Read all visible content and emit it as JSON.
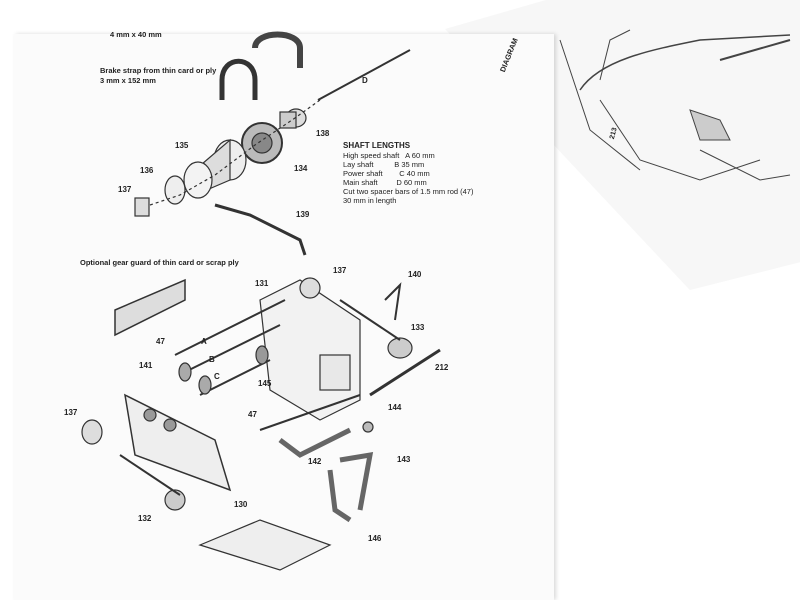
{
  "top_cut": "4 mm x 40 mm",
  "brake_strap": {
    "line1": "Brake strap from thin card or ply",
    "line2": "3 mm x 152 mm"
  },
  "shaft_lengths": {
    "title": "SHAFT LENGTHS",
    "rows": [
      "High speed shaft   A 60 mm",
      "Lay shaft          B 35 mm",
      "Power shaft        C 40 mm",
      "Main shaft         D 60 mm"
    ],
    "note1": "Cut two spacer bars of 1.5 mm rod (47)",
    "note2": "30 mm in length"
  },
  "gear_guard": "Optional gear guard of thin card or scrap ply",
  "right_page_title": "DIAGRAM",
  "part_labels": {
    "d": "D",
    "a": "A",
    "b": "B",
    "c": "C",
    "p135": "135",
    "p136": "136",
    "p137a": "137",
    "p134": "134",
    "p138": "138",
    "p139": "139",
    "p137b": "137",
    "p131": "131",
    "p140": "140",
    "p133": "133",
    "p47a": "47",
    "p141": "141",
    "p145": "145",
    "p212": "212",
    "p137c": "137",
    "p47b": "47",
    "p144": "144",
    "p142": "142",
    "p143": "143",
    "p132": "132",
    "p130": "130",
    "p146": "146",
    "p213": "213"
  }
}
